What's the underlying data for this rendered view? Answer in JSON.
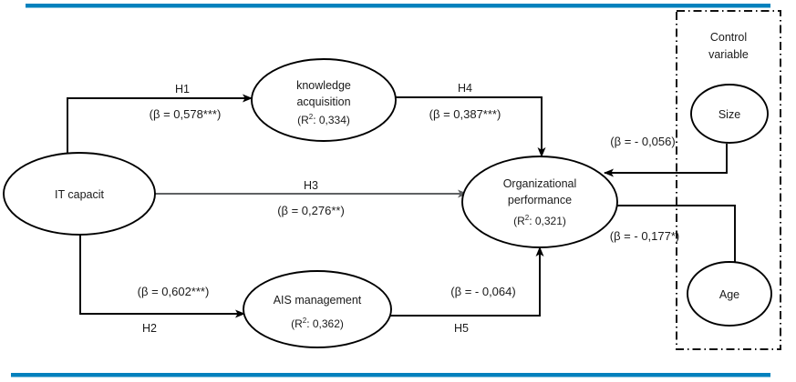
{
  "figure": {
    "title": "Structural model of IT capacity, knowledge acquisition, AIS management and organizational performance",
    "accent_color": "#0281bd",
    "line_color": "#000000",
    "gray_line_color": "#5f6163"
  },
  "nodes": {
    "it_capacity": {
      "label": "IT capacit"
    },
    "knowledge_acquisition": {
      "line1": "knowledge",
      "line2": "acquisition",
      "r2_prefix": "(R",
      "r2_sup": "2",
      "r2_value": ": 0,334)"
    },
    "ais_management": {
      "label": "AIS management",
      "r2_prefix": "(R",
      "r2_sup": "2",
      "r2_value": ": 0,362)"
    },
    "organizational_performance": {
      "line1": "Organizational",
      "line2": "performance",
      "r2_prefix": "(R",
      "r2_sup": "2",
      "r2_value": ": 0,321)"
    },
    "size": {
      "label": "Size"
    },
    "age": {
      "label": "Age"
    }
  },
  "control_group": {
    "title_line1": "Control",
    "title_line2": "variable"
  },
  "paths": {
    "h1": {
      "hypothesis": "H1",
      "coefficient": "(β = 0,578***)"
    },
    "h2": {
      "hypothesis": "H2",
      "coefficient": "(β = 0,602***)"
    },
    "h3": {
      "hypothesis": "H3",
      "coefficient": "(β = 0,276**)"
    },
    "h4": {
      "hypothesis": "H4",
      "coefficient": "(β = 0,387***)"
    },
    "h5": {
      "hypothesis": "H5",
      "coefficient": "(β = - 0,064)"
    },
    "size_effect": {
      "hypothesis": "",
      "coefficient": "(β = - 0,056)"
    },
    "age_effect": {
      "hypothesis": "",
      "coefficient": "(β = - 0,177*)"
    }
  }
}
